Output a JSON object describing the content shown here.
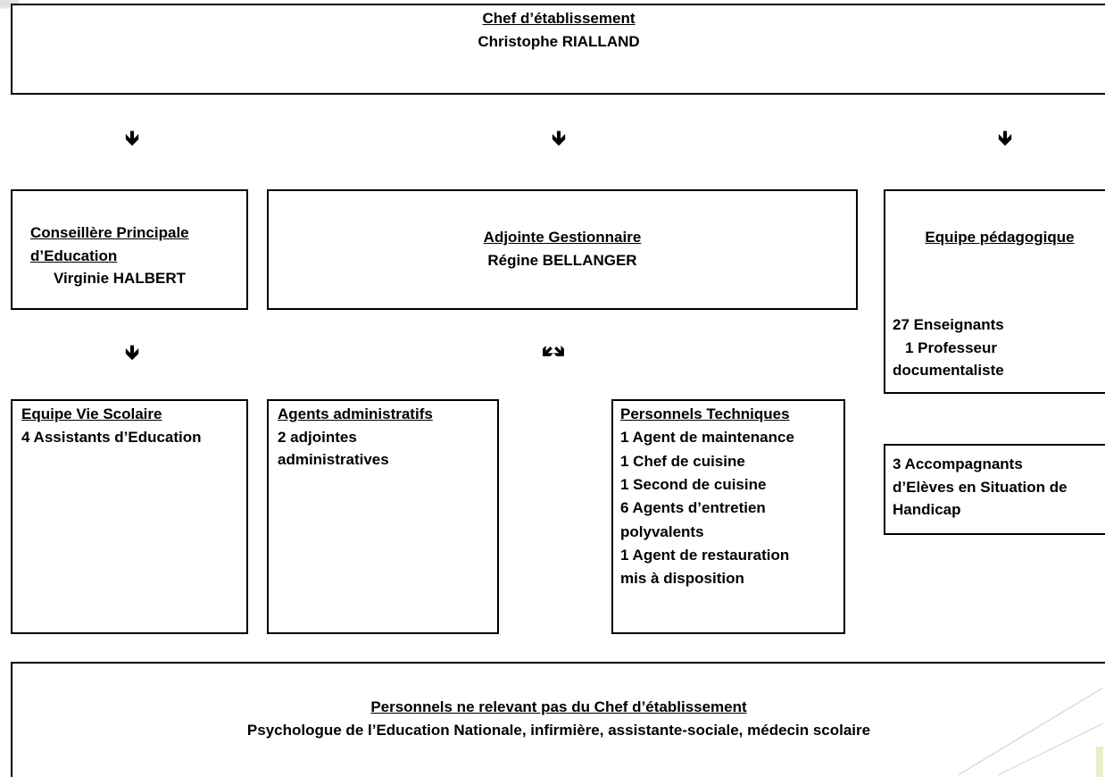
{
  "header": {
    "title": "Chef d’établissement",
    "name": "Christophe RIALLAND"
  },
  "arrows": {
    "down": "🡻",
    "split": "🡿🡾"
  },
  "cpe": {
    "title_line1": "Conseillère Principale",
    "title_line2": "d’Education",
    "name": "Virginie HALBERT"
  },
  "gestion": {
    "title": "Adjointe Gestionnaire",
    "name": "Régine BELLANGER"
  },
  "pedagogie": {
    "title": "Equipe pédagogique",
    "line1": "27 Enseignants",
    "line2": "1 Professeur",
    "line3": "documentaliste"
  },
  "vie_scolaire": {
    "title": "Equipe Vie Scolaire",
    "line1": "4 Assistants d’Education"
  },
  "administratifs": {
    "title": "Agents administratifs",
    "line1": "2 adjointes",
    "line2": "administratives"
  },
  "techniques": {
    "title": "Personnels Techniques",
    "items": [
      "1 Agent de maintenance",
      "1 Chef de cuisine",
      "1 Second de cuisine",
      "6 Agents d’entretien",
      "polyvalents",
      "1 Agent de restauration",
      "mis à disposition"
    ]
  },
  "aesh": {
    "line1": "3 Accompagnants",
    "line2": "d’Elèves en Situation de",
    "line3": "Handicap"
  },
  "externes": {
    "title": "Personnels ne relevant pas du Chef d’établissement",
    "line1": "Psychologue de l’Education Nationale, infirmière, assistante-sociale, médecin scolaire"
  }
}
